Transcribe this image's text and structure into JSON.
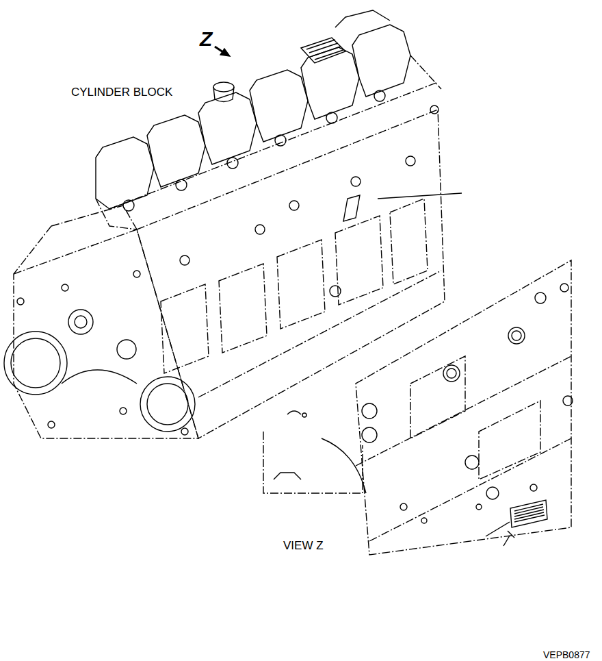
{
  "diagram": {
    "labels": [
      "Z",
      "CYLINDER BLOCK",
      "VIEW Z",
      "VEPB0877"
    ]
  }
}
